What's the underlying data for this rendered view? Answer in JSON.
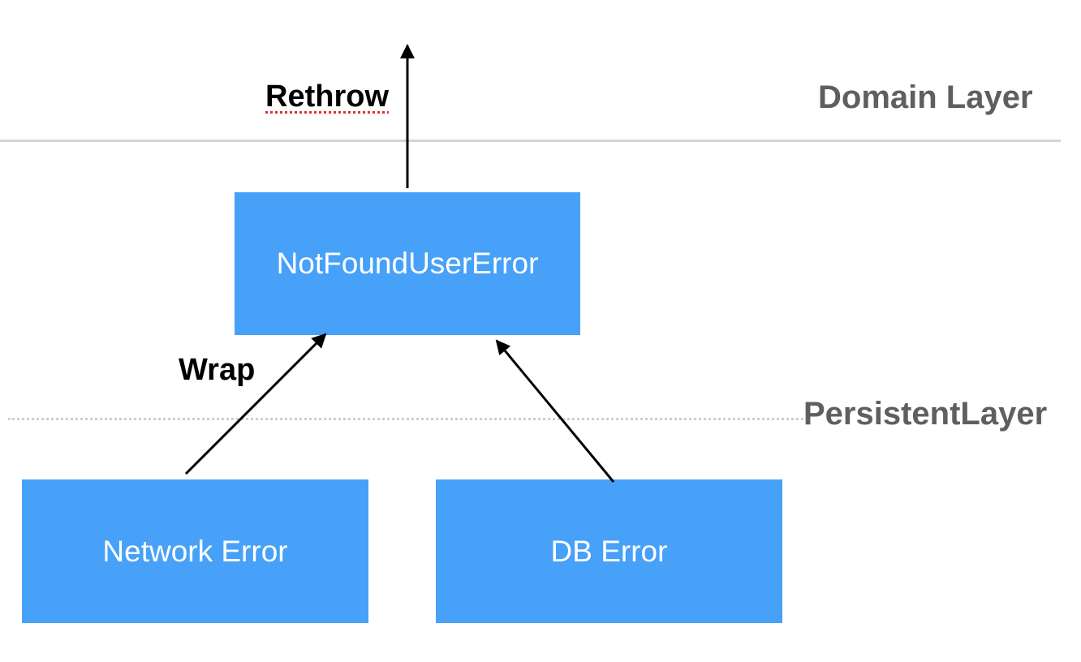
{
  "layers": {
    "domain": "Domain Layer",
    "persistent": "PersistentLayer"
  },
  "nodes": {
    "top": "NotFoundUserError",
    "left": "Network Error",
    "right": "DB Error"
  },
  "edges": {
    "rethrow": "Rethrow",
    "wrap": "Wrap"
  }
}
